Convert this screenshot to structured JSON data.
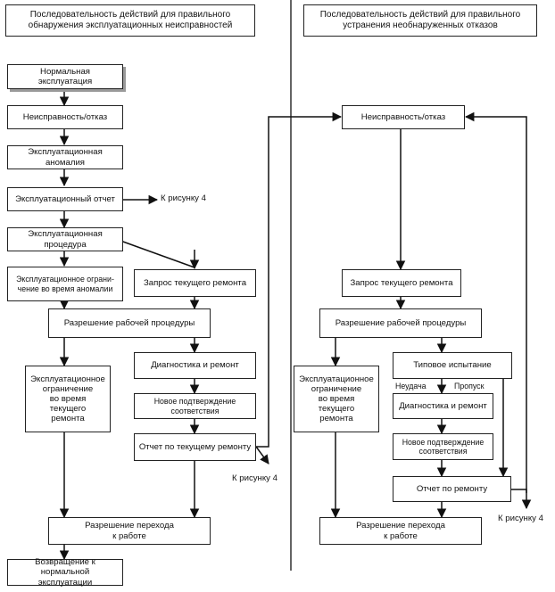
{
  "left": {
    "header": "Последовательность действий для правильного\nобнаружения эксплуатационных неисправностей",
    "normal_operation": "Нормальная\nэксплуатация",
    "fault": "Неисправность/отказ",
    "anomaly": "Эксплуатационная\nаномалия",
    "report": "Эксплуатационный отчет",
    "to_figure4_a": "К рисунку 4",
    "procedure": "Эксплуатационная\nпроцедура",
    "restriction_anomaly": "Эксплуатационное ограни-\nчение во время аномалии",
    "current_repair_request": "Запрос текущего ремонта",
    "work_procedure_permit": "Разрешение рабочей процедуры",
    "restriction_current_repair": "Эксплуатационное\nограничение\nво время\nтекущего\nремонта",
    "diagnostics_repair": "Диагностика и ремонт",
    "new_compliance": "Новое подтверждение\nсоответствия",
    "current_repair_report": "Отчет по текущему ремонту",
    "to_figure4_b": "К рисунку 4",
    "return_permit": "Разрешение перехода\nк работе",
    "return_normal": "Возвращение к нормальной\nэксплуатации"
  },
  "right": {
    "header": "Последовательность действий для правильного\nустранения необнаруженных отказов",
    "fault": "Неисправность/отказ",
    "current_repair_request": "Запрос текущего ремонта",
    "work_procedure_permit": "Разрешение рабочей процедуры",
    "restriction_current_repair": "Эксплуатационное\nограничение\nво время\nтекущего\nремонта",
    "standard_test": "Типовое испытание",
    "failure_label": "Неудача",
    "skip_label": "Пропуск",
    "diagnostics_repair": "Диагностика и ремонт",
    "new_compliance": "Новое подтверждение\nсоответствия",
    "repair_report": "Отчет по ремонту",
    "to_figure4": "К рисунку 4",
    "return_permit": "Разрешение перехода\nк работе"
  }
}
